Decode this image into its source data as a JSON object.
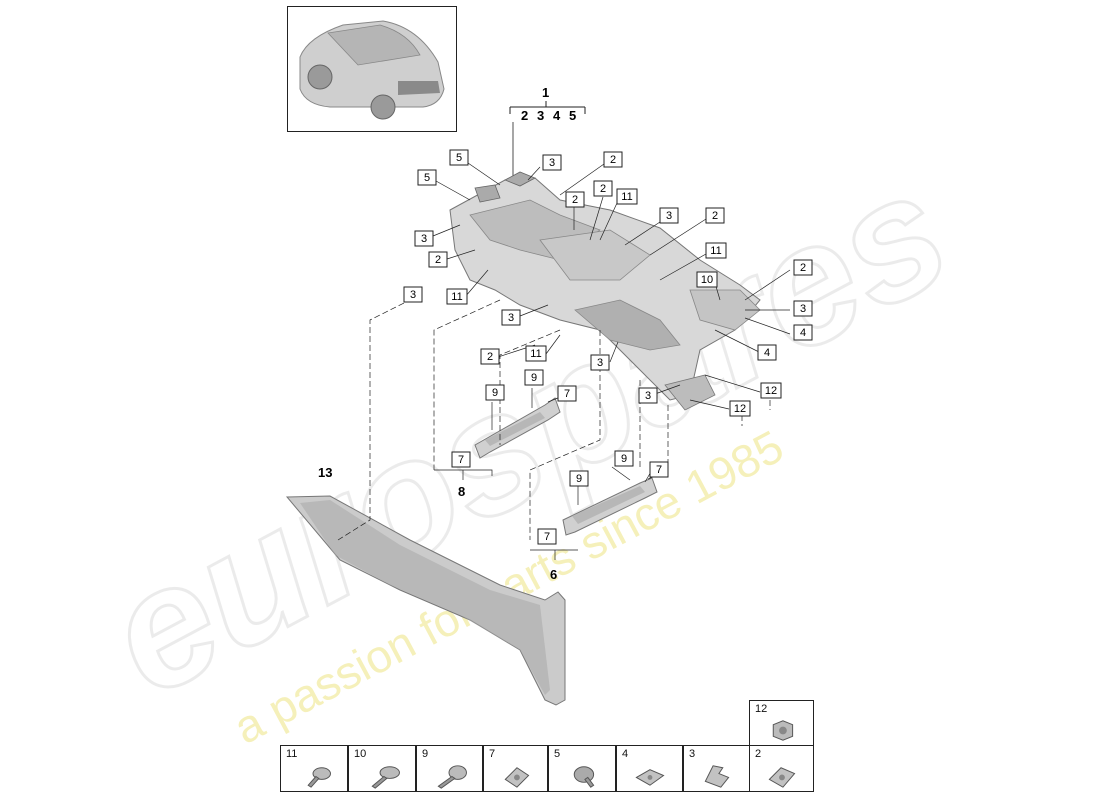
{
  "watermark": {
    "brand": "eurospares",
    "tagline": "a passion for parts since 1985"
  },
  "header_group": {
    "main": "1",
    "subs": [
      "2",
      "3",
      "4",
      "5"
    ]
  },
  "callouts": {
    "c5a": "5",
    "c3a": "3",
    "c2a": "2",
    "c5b": "5",
    "c2b": "2",
    "c2c": "2",
    "c11a": "11",
    "c3b": "3",
    "c2d": "2",
    "c3c": "3",
    "c2e": "2",
    "c11b": "11",
    "c2f": "2",
    "c3d": "3",
    "c11c": "11",
    "c10": "10",
    "c3e": "3",
    "c4a": "4",
    "c3f": "3",
    "c2g": "2",
    "c11d": "11",
    "c3g": "3",
    "c4b": "4",
    "c9a": "9",
    "c9b": "9",
    "c7a": "7",
    "c3h": "3",
    "c12a": "12",
    "c12b": "12",
    "c7b": "7",
    "c9c": "9",
    "c7c": "7",
    "c9d": "9",
    "c7d": "7"
  },
  "assembly_labels": {
    "a8": "8",
    "a6": "6",
    "a13": "13"
  },
  "legend": [
    {
      "num": "12",
      "icon": "hex-nut-icon"
    },
    {
      "num": "11",
      "icon": "screw-icon"
    },
    {
      "num": "10",
      "icon": "flange-bolt-icon"
    },
    {
      "num": "9",
      "icon": "bolt-icon"
    },
    {
      "num": "7",
      "icon": "clip-nut-icon"
    },
    {
      "num": "5",
      "icon": "collar-screw-icon"
    },
    {
      "num": "4",
      "icon": "speed-nut-icon"
    },
    {
      "num": "3",
      "icon": "spring-clip-icon"
    },
    {
      "num": "2",
      "icon": "u-nut-icon"
    }
  ]
}
